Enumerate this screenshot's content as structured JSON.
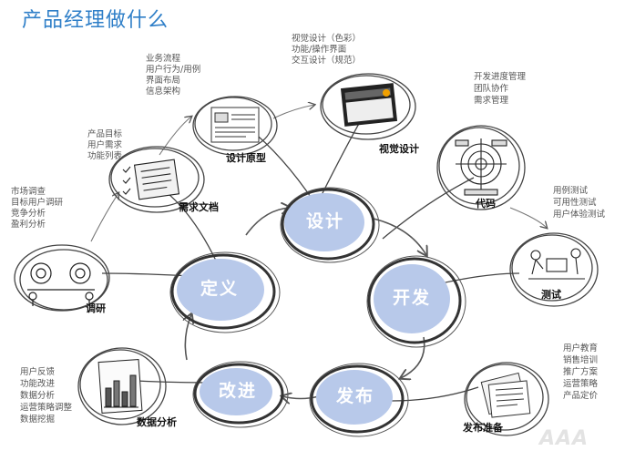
{
  "title": "产品经理做什么",
  "colors": {
    "title": "#2f7fc8",
    "phase_fill": "#b8c9ea",
    "sketch": "#333333"
  },
  "phases": {
    "design": "设计",
    "define": "定义",
    "develop": "开发",
    "improve": "改进",
    "release": "发布"
  },
  "nodes": {
    "research": {
      "label": "调研",
      "notes": [
        "市场调查",
        "目标用户调研",
        "竞争分析",
        "盈利分析"
      ],
      "icon": "people-meeting-icon"
    },
    "requirements": {
      "label": "需求文档",
      "notes": [
        "产品目标",
        "用户需求",
        "功能列表"
      ],
      "icon": "document-checklist-icon"
    },
    "prototype": {
      "label": "设计原型",
      "notes": [
        "业务流程",
        "用户行为/用例",
        "界面布局",
        "信息架构"
      ],
      "icon": "wireframe-icon"
    },
    "visual": {
      "label": "视觉设计",
      "notes": [
        "视觉设计（色彩）",
        "功能/操作界面",
        "交互设计（规范）"
      ],
      "icon": "screen-mockup-icon"
    },
    "code": {
      "label": "代码",
      "notes": [
        "开发进度管理",
        "团队协作",
        "需求管理"
      ],
      "icon": "process-diagram-icon"
    },
    "test": {
      "label": "测试",
      "notes": [
        "用例测试",
        "可用性测试",
        "用户体验测试"
      ],
      "icon": "user-testing-icon"
    },
    "launch": {
      "label": "发布准备",
      "notes": [
        "用户教育",
        "销售培训",
        "推广方案",
        "运营策略",
        "产品定价"
      ],
      "icon": "documents-stack-icon"
    },
    "analysis": {
      "label": "数据分析",
      "notes": [
        "用户反馈",
        "功能改进",
        "数据分析",
        "运营策略调整",
        "数据挖掘"
      ],
      "icon": "bar-chart-icon"
    }
  },
  "watermark": "AAA"
}
